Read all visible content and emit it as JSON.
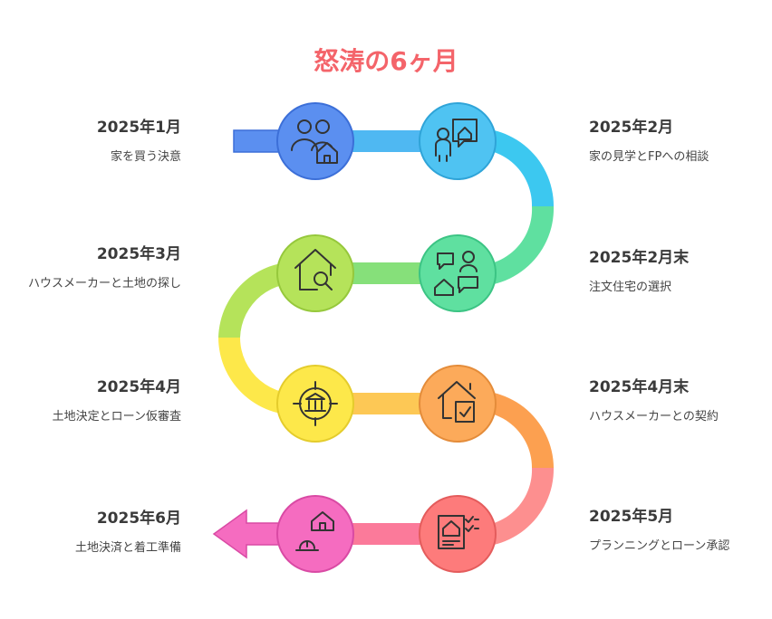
{
  "title": "怒涛の6ヶ月",
  "steps": [
    {
      "date": "2025年1月",
      "desc": "家を買う決意",
      "color": "#5b8ff0",
      "icon": "family-house-icon"
    },
    {
      "date": "2025年2月",
      "desc": "家の見学とFPへの相談",
      "color": "#4fc3f2",
      "icon": "person-house-chat-icon"
    },
    {
      "date": "2025年2月末",
      "desc": "注文住宅の選択",
      "color": "#5fe0a0",
      "icon": "people-chat-house-icon"
    },
    {
      "date": "2025年3月",
      "desc": "ハウスメーカーと土地の探し",
      "color": "#b5e35a",
      "icon": "house-search-icon"
    },
    {
      "date": "2025年4月",
      "desc": "土地決定とローン仮審査",
      "color": "#fde84a",
      "icon": "bank-target-icon"
    },
    {
      "date": "2025年4月末",
      "desc": "ハウスメーカーとの契約",
      "color": "#fcaa5a",
      "icon": "house-contract-icon"
    },
    {
      "date": "2025年5月",
      "desc": "プランニングとローン承認",
      "color": "#fd7b7b",
      "icon": "house-plan-checklist-icon"
    },
    {
      "date": "2025年6月",
      "desc": "土地決済と着工準備",
      "color": "#f56cc0",
      "icon": "construction-house-icon"
    }
  ]
}
